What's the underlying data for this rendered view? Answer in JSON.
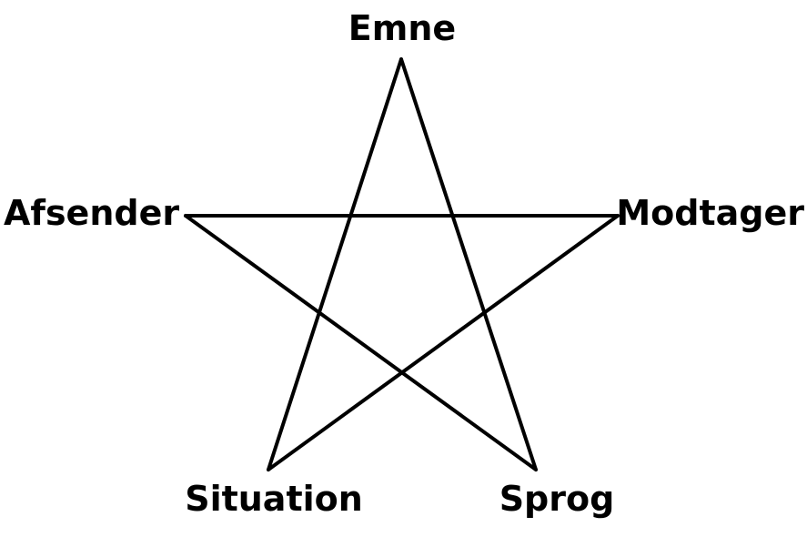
{
  "diagram": {
    "colors": {
      "stroke": "#000000",
      "text": "#000000",
      "background": "#ffffff"
    },
    "shape": "pentagram",
    "nodes": [
      {
        "id": "top",
        "label": "Emne"
      },
      {
        "id": "left",
        "label": "Afsender"
      },
      {
        "id": "right",
        "label": "Modtager"
      },
      {
        "id": "bottom_left",
        "label": "Situation"
      },
      {
        "id": "bottom_right",
        "label": "Sprog"
      }
    ],
    "edges": [
      {
        "from": "top",
        "to": "bottom_left"
      },
      {
        "from": "top",
        "to": "bottom_right"
      },
      {
        "from": "left",
        "to": "right"
      },
      {
        "from": "left",
        "to": "bottom_right"
      },
      {
        "from": "right",
        "to": "bottom_left"
      }
    ]
  }
}
